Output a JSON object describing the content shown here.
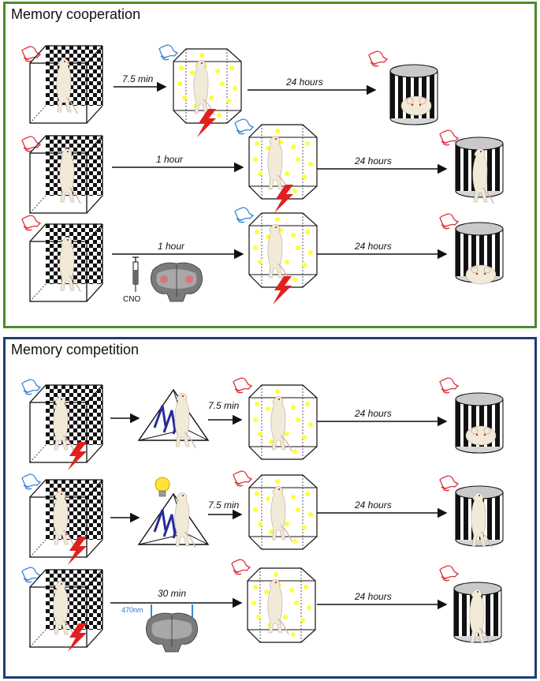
{
  "panels": {
    "cooperation": {
      "title": "Memory cooperation",
      "border_color": "#4e8a2b"
    },
    "competition": {
      "title": "Memory competition",
      "border_color": "#1f3c77"
    }
  },
  "rows": [
    {
      "interval": "7.5 min",
      "delay": "24 hours"
    },
    {
      "interval": "1 hour",
      "delay": "24 hours"
    },
    {
      "interval": "1 hour",
      "delay": "24 hours",
      "drug": "CNO"
    },
    {
      "interval": "7.5 min",
      "delay": "24 hours"
    },
    {
      "interval": "7.5 min",
      "delay": "24 hours"
    },
    {
      "interval": "30 min",
      "delay": "24 hours",
      "light": "470nm"
    }
  ],
  "colors": {
    "tone_red": "#e0303a",
    "tone_blue": "#3a86d8",
    "shock": "#e02020",
    "dots": "#ffff33",
    "maze": "#2a2a9a"
  },
  "icons": [
    "tone-icon",
    "shock-icon",
    "rat-icon",
    "checker-box-icon",
    "hex-box-icon",
    "cylinder-icon",
    "triangle-maze-icon",
    "syringe-icon",
    "brain-icon",
    "lightbulb-icon"
  ]
}
